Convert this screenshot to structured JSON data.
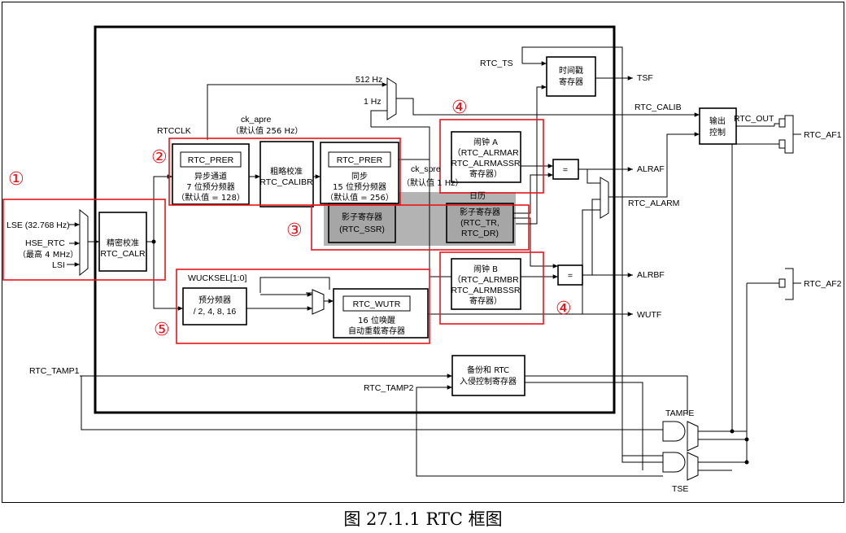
{
  "caption": "图 27.1.1 RTC 框图",
  "markers": {
    "m1": "①",
    "m2": "②",
    "m3": "③",
    "m4a": "④",
    "m4b": "④",
    "m5": "⑤"
  },
  "inputs": {
    "lse": "LSE (32.768 Hz)",
    "hse": "HSE_RTC",
    "hse_note": "（最高 4 MHz）",
    "lsi": "LSI"
  },
  "labels": {
    "rtcclk": "RTCCLK",
    "ck_apre": "ck_apre",
    "ck_apre_def": "（默认值 256 Hz）",
    "hz512": "512 Hz",
    "hz1": "1 Hz",
    "ck_spre": "ck_spre",
    "ck_spre_def": "（默认值 1 Hz）",
    "wucksel": "WUCKSEL[1:0]",
    "rtc_ts": "RTC_TS",
    "rtc_calib": "RTC_CALIB",
    "rtc_tamp1": "RTC_TAMP1",
    "rtc_tamp2": "RTC_TAMP2",
    "rtc_alarm": "RTC_ALARM",
    "rtc_out": "RTC_OUT",
    "tampe": "TAMPE",
    "tse": "TSE",
    "calendar": "日历"
  },
  "outputs": {
    "tsf": "TSF",
    "alraf": "ALRAF",
    "alrbf": "ALRBF",
    "wutf": "WUTF",
    "af1": "RTC_AF1",
    "af2": "RTC_AF2"
  },
  "blocks": {
    "smooth": {
      "l1": "精密校准",
      "l2": "RTC_CALR"
    },
    "prer_async": {
      "title": "RTC_PRER",
      "l1": "异步通道",
      "l2": "7 位预分频器",
      "l3": "（默认值 = 128）"
    },
    "coarse": {
      "l1": "粗略校准",
      "l2": "RTC_CALIBR"
    },
    "prer_sync": {
      "title": "RTC_PRER",
      "l1": "同步",
      "l2": "15 位预分频器",
      "l3": "（默认值 = 256）"
    },
    "shadow_ssr": {
      "l1": "影子寄存器",
      "l2": "(RTC_SSR)"
    },
    "shadow_cal": {
      "l1": "影子寄存器",
      "l2": "(RTC_TR,",
      "l3": "RTC_DR)"
    },
    "alarm_a": {
      "l1": "闹钟 A",
      "l2": "（RTC_ALRMAR",
      "l3": "RTC_ALRMASSR",
      "l4": "寄存器）"
    },
    "alarm_b": {
      "l1": "闹钟 B",
      "l2": "（RTC_ALRMBR",
      "l3": "RTC_ALRMBSSR",
      "l4": "寄存器）"
    },
    "cmp_a": "=",
    "cmp_b": "=",
    "prescaler": {
      "l1": "预分频器",
      "l2": "/ 2, 4, 8, 16"
    },
    "wutr": {
      "title": "RTC_WUTR",
      "l1": "16 位唤醒",
      "l2": "自动重载寄存器"
    },
    "timestamp": {
      "l1": "时间戳",
      "l2": "寄存器"
    },
    "output_ctrl": {
      "l1": "输出",
      "l2": "控制"
    },
    "backup": {
      "l1": "备份和 RTC",
      "l2": "入侵控制寄存器"
    }
  }
}
